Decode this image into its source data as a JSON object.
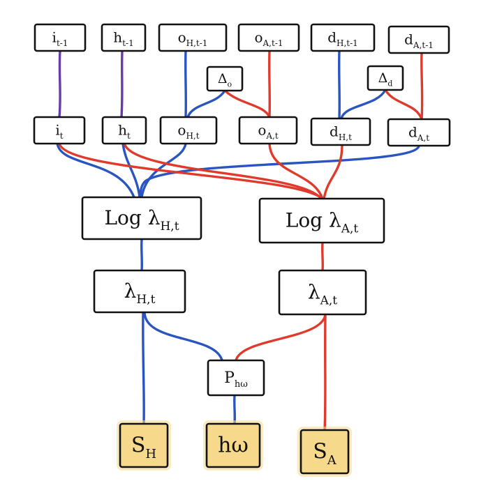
{
  "colors": {
    "blue": "#2a55c0",
    "red": "#e03a2c",
    "purple": "#6a3aa8",
    "observed_fill": "#f6d98b",
    "outline": "#111111"
  },
  "nodes": {
    "i_prev": {
      "base": "i",
      "sub": "t-1"
    },
    "h_prev": {
      "base": "h",
      "sub": "t-1"
    },
    "oH_prev": {
      "base": "o",
      "sub": "H,t-1"
    },
    "oA_prev": {
      "base": "o",
      "sub": "A,t-1"
    },
    "dH_prev": {
      "base": "d",
      "sub": "H,t-1"
    },
    "dA_prev": {
      "base": "d",
      "sub": "A,t-1"
    },
    "delta_o": {
      "base": "Δ",
      "sub": "o"
    },
    "delta_d": {
      "base": "Δ",
      "sub": "d"
    },
    "i_t": {
      "base": "i",
      "sub": "t"
    },
    "h_t": {
      "base": "h",
      "sub": "t"
    },
    "oH_t": {
      "base": "o",
      "sub": "H,t"
    },
    "oA_t": {
      "base": "o",
      "sub": "A,t"
    },
    "dH_t": {
      "base": "d",
      "sub": "H,t"
    },
    "dA_t": {
      "base": "d",
      "sub": "A,t"
    },
    "logLH": {
      "base": "Log λ",
      "sub": "H,t"
    },
    "logLA": {
      "base": "Log λ",
      "sub": "A,t"
    },
    "LH": {
      "base": "λ",
      "sub": "H,t"
    },
    "LA": {
      "base": "λ",
      "sub": "A,t"
    },
    "Phw": {
      "base": "P",
      "sub": "hω"
    },
    "SH": {
      "base": "S",
      "sub": "H"
    },
    "hw": {
      "base": "hω",
      "sub": ""
    },
    "SA": {
      "base": "S",
      "sub": "A"
    }
  },
  "edges": [
    {
      "from": "i_prev",
      "to": "i_t",
      "color": "purple"
    },
    {
      "from": "h_prev",
      "to": "h_t",
      "color": "purple"
    },
    {
      "from": "oH_prev",
      "to": "oH_t",
      "color": "blue"
    },
    {
      "from": "delta_o",
      "to": "oH_t",
      "color": "blue"
    },
    {
      "from": "oA_prev",
      "to": "oA_t",
      "color": "red"
    },
    {
      "from": "delta_o",
      "to": "oA_t",
      "color": "red"
    },
    {
      "from": "dH_prev",
      "to": "dH_t",
      "color": "blue"
    },
    {
      "from": "delta_d",
      "to": "dH_t",
      "color": "blue"
    },
    {
      "from": "dA_prev",
      "to": "dA_t",
      "color": "red"
    },
    {
      "from": "delta_d",
      "to": "dA_t",
      "color": "red"
    },
    {
      "from": "i_t",
      "to": "logLH",
      "color": "blue"
    },
    {
      "from": "h_t",
      "to": "logLH",
      "color": "blue"
    },
    {
      "from": "oH_t",
      "to": "logLH",
      "color": "blue"
    },
    {
      "from": "dA_t",
      "to": "logLH",
      "color": "blue"
    },
    {
      "from": "i_t",
      "to": "logLA",
      "color": "red"
    },
    {
      "from": "h_t",
      "to": "logLA",
      "color": "red"
    },
    {
      "from": "oA_t",
      "to": "logLA",
      "color": "red"
    },
    {
      "from": "dH_t",
      "to": "logLA",
      "color": "red"
    },
    {
      "from": "logLH",
      "to": "LH",
      "color": "blue"
    },
    {
      "from": "logLA",
      "to": "LA",
      "color": "red"
    },
    {
      "from": "LH",
      "to": "SH",
      "color": "blue"
    },
    {
      "from": "LH",
      "to": "Phw",
      "color": "blue"
    },
    {
      "from": "LA",
      "to": "Phw",
      "color": "red"
    },
    {
      "from": "LA",
      "to": "SA",
      "color": "red"
    },
    {
      "from": "Phw",
      "to": "hw",
      "color": "blue"
    }
  ]
}
